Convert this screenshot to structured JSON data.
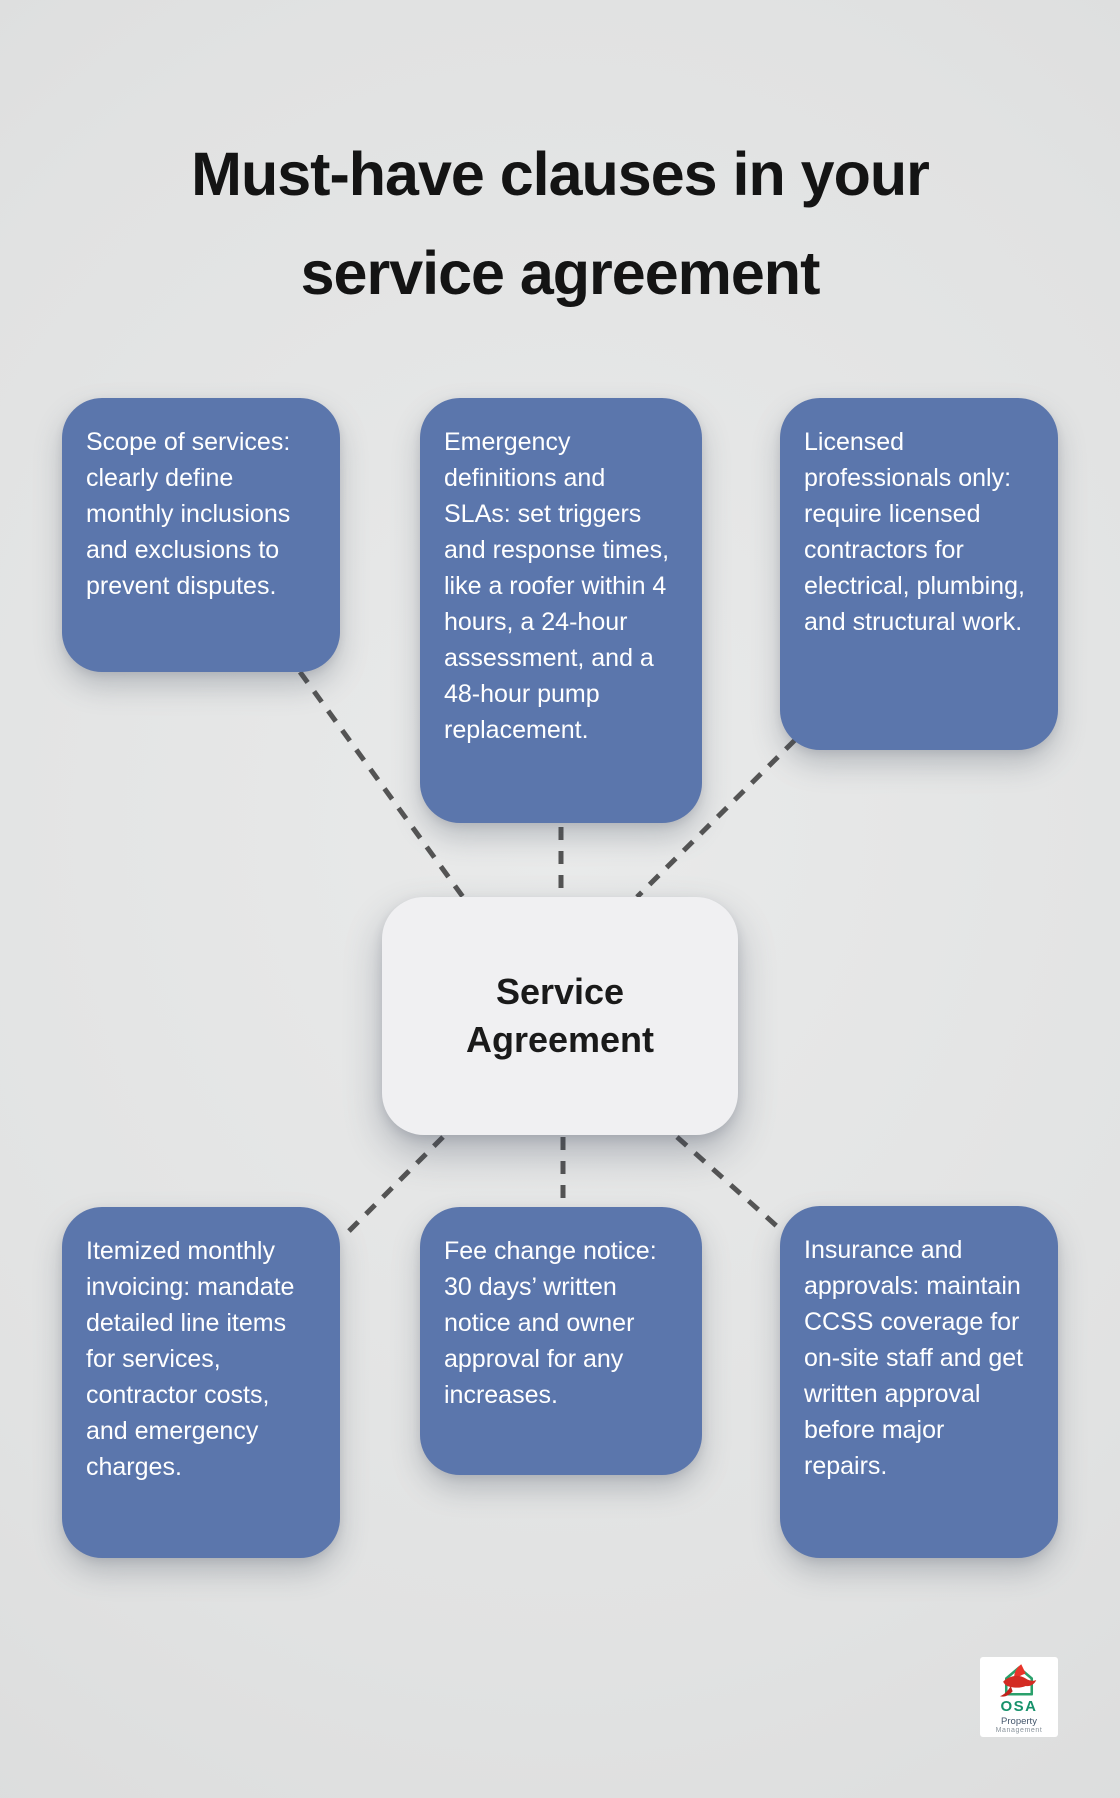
{
  "title": "Must-have clauses in your service agreement",
  "center_node": {
    "label": "Service Agreement"
  },
  "clauses": [
    {
      "id": "scope-of-services",
      "text": "Scope of services: clearly define monthly inclusions and exclusions to prevent disputes."
    },
    {
      "id": "emergency-slas",
      "text": "Emergency definitions and SLAs: set triggers and response times, like a roofer within 4 hours, a 24-hour assessment, and a 48-hour pump replacement."
    },
    {
      "id": "licensed-professionals",
      "text": "Licensed professionals only: require licensed contractors for electrical, plumbing, and structural work."
    },
    {
      "id": "itemized-invoicing",
      "text": "Itemized monthly invoicing: mandate detailed line items for services, contractor costs, and emergency charges."
    },
    {
      "id": "fee-change-notice",
      "text": "Fee change notice: 30 days’ written notice and owner approval for any increases."
    },
    {
      "id": "insurance-approvals",
      "text": "Insurance and approvals: maintain CCSS coverage for on-site staff and get written approval before major repairs."
    }
  ],
  "logo": {
    "brand": "OSA",
    "subtitle": "Property",
    "subtitle2": "Management"
  },
  "colors": {
    "background": "#e1e2e2",
    "clause_bg": "#5b76ac",
    "clause_text": "#ffffff",
    "center_bg": "#f0f0f2",
    "connector": "#545454",
    "title_text": "#141414",
    "logo_green": "#2aa06b",
    "logo_red": "#d32b22"
  }
}
